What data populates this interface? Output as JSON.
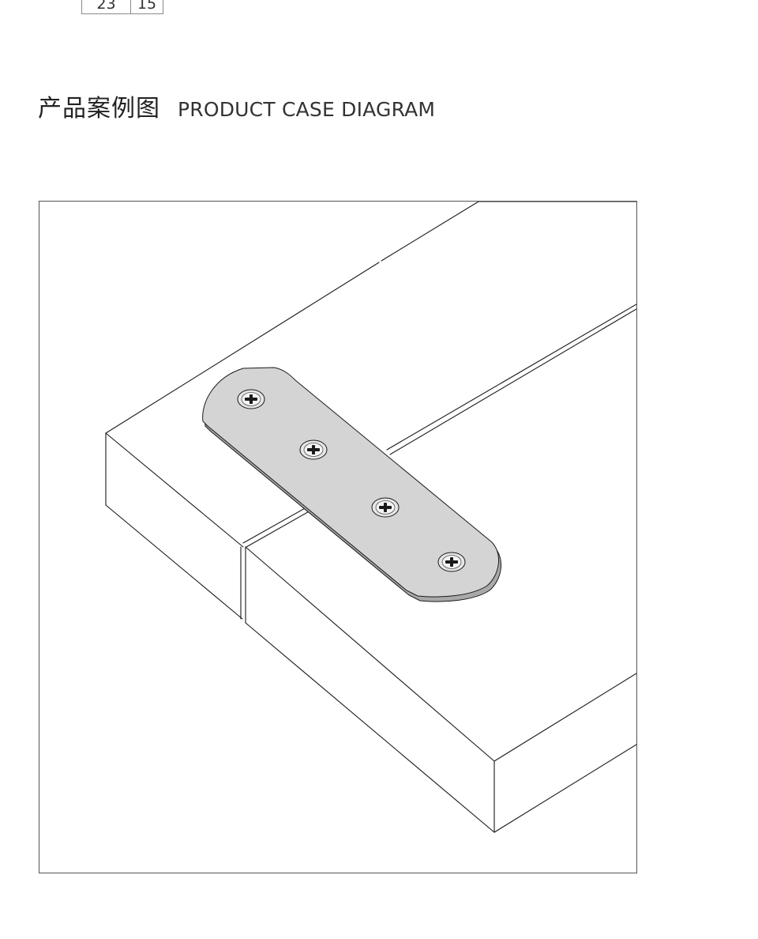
{
  "dimensions": {
    "values": [
      "23",
      "15"
    ]
  },
  "heading": {
    "title_cn": "产品案例图",
    "title_en": "PRODUCT CASE DIAGRAM"
  },
  "diagram": {
    "screw_count": 4,
    "colors": {
      "plate": "#d4d4d4",
      "plate_edge": "#a9a9a9",
      "line": "#1a1a1a",
      "screw_head": "#e6e6e6"
    }
  }
}
